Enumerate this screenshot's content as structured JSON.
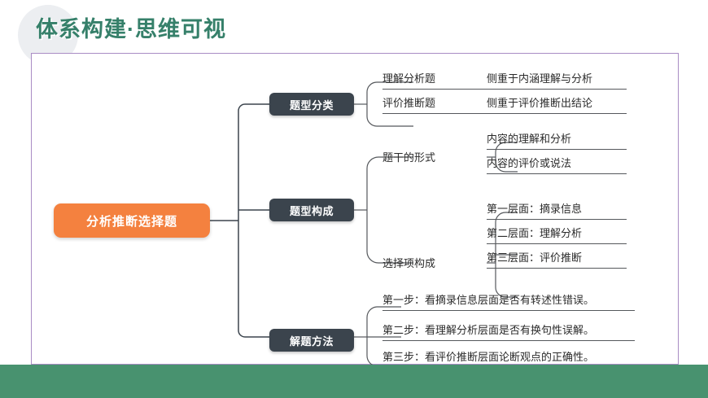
{
  "slide": {
    "title": "体系构建·思维可视",
    "accent_purple": "#a98cc4",
    "accent_green": "#48926f",
    "accent_orange": "#f4813f",
    "node_dark": "#3b444d"
  },
  "mindmap": {
    "root": "分析推断选择题",
    "branches": [
      {
        "label": "题型分类",
        "children": [
          {
            "label": "理解分析题",
            "detail": "侧重于内涵理解与分析"
          },
          {
            "label": "评价推断题",
            "detail": "侧重于评价推断出结论"
          }
        ]
      },
      {
        "label": "题型构成",
        "groups": [
          {
            "label": "题干的形式",
            "items": [
              "内容的理解和分析",
              "内容的评价或说法"
            ]
          },
          {
            "label": "选择项构成",
            "items": [
              "第一层面：摘录信息",
              "第二层面：理解分析",
              "第三层面：评价推断"
            ]
          }
        ]
      },
      {
        "label": "解题方法",
        "steps": [
          "第一步：看摘录信息层面是否有转述性错误。",
          "第二步：看理解分析层面是否有换句性误解。",
          "第三步：看评价推断层面论断观点的正确性。"
        ]
      }
    ]
  }
}
